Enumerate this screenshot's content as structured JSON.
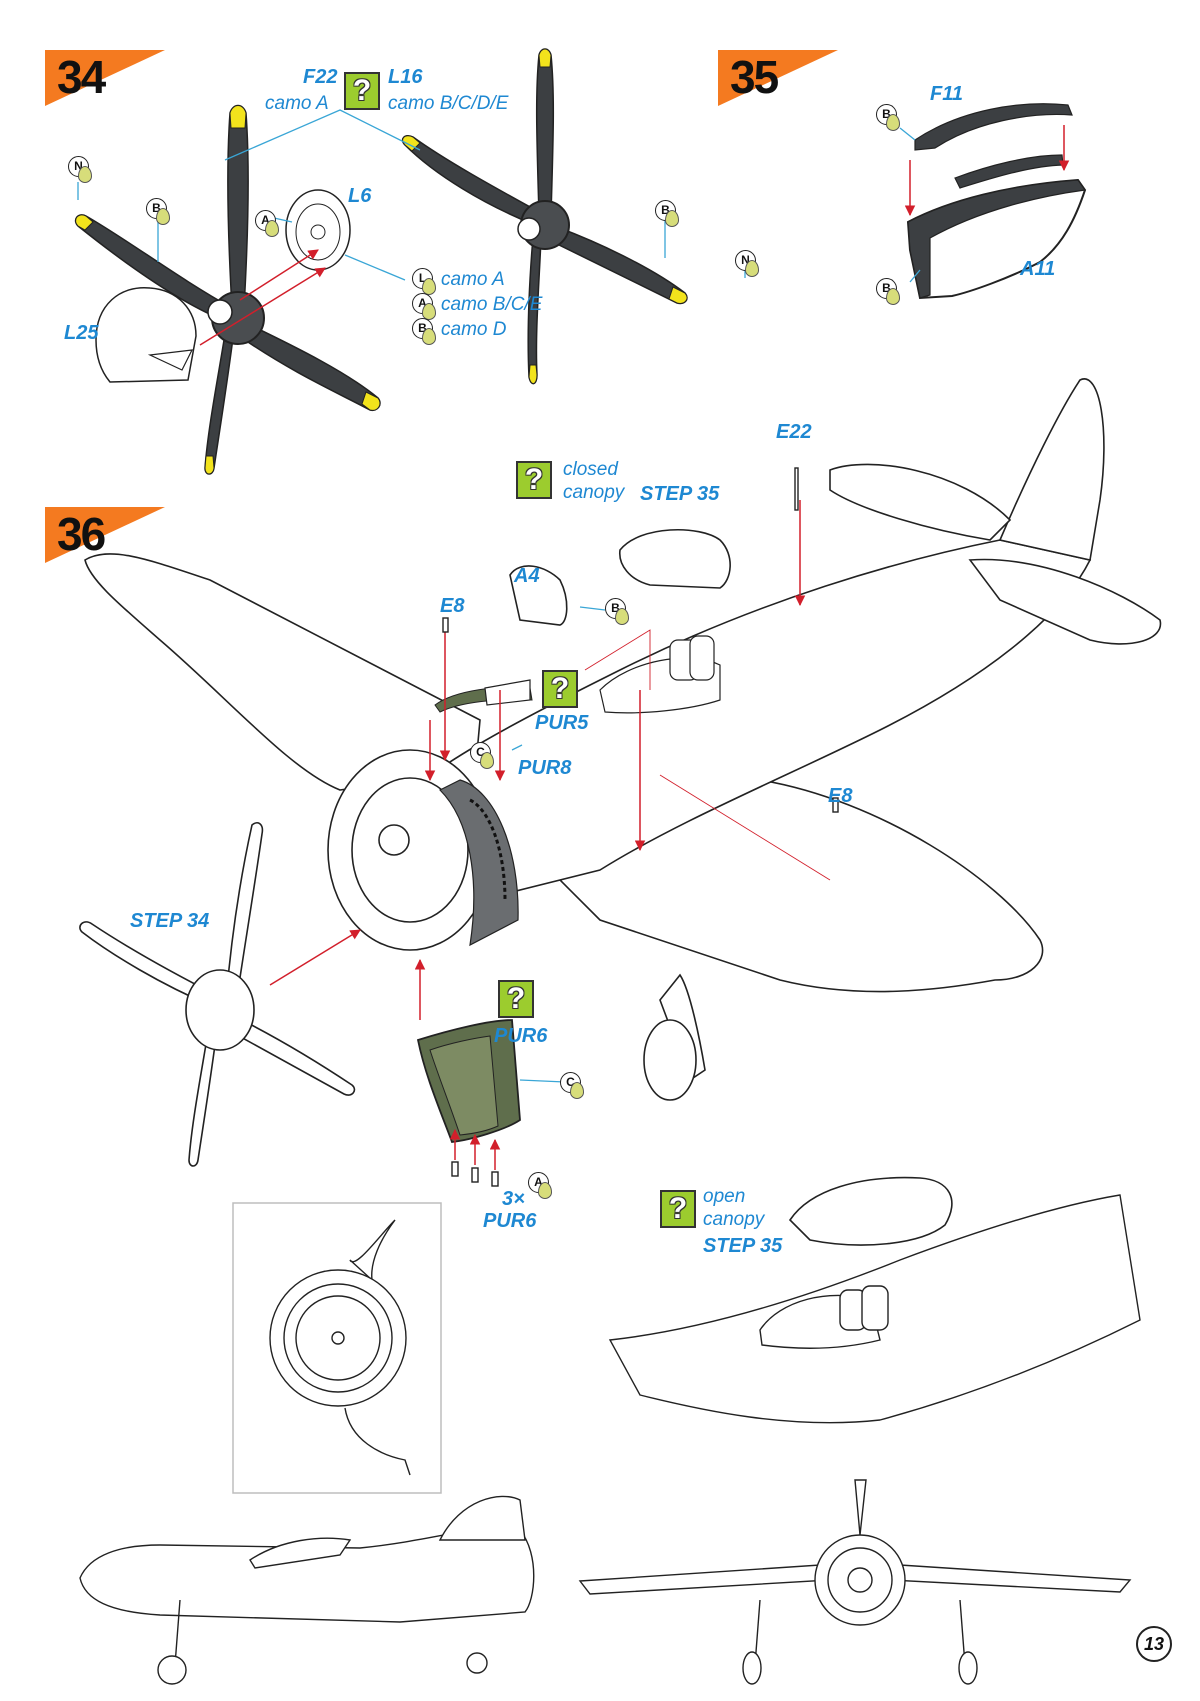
{
  "steps": {
    "s34": "34",
    "s35": "35",
    "s36": "36"
  },
  "step34": {
    "f22": "F22",
    "f22_camo": "camo A",
    "l16": "L16",
    "l16_camo": "camo B/C/D/E",
    "l6": "L6",
    "l25": "L25",
    "spinner_colors": [
      {
        "letter": "L",
        "text": "camo A"
      },
      {
        "letter": "A",
        "text": "camo B/C/E"
      },
      {
        "letter": "B",
        "text": "camo D"
      }
    ],
    "markers": {
      "n1": "N",
      "b1": "B",
      "a1": "A",
      "b2": "B",
      "n2": "N"
    }
  },
  "step35": {
    "f11": "F11",
    "a11": "A11",
    "markers": {
      "b1": "B",
      "b2": "B"
    }
  },
  "step36": {
    "e22": "E22",
    "closed_canopy": "closed\ncanopy",
    "closed_step": "STEP 35",
    "a4": "A4",
    "e8_left": "E8",
    "pur5": "PUR5",
    "pur8": "PUR8",
    "e8_right": "E8",
    "step34_ref": "STEP 34",
    "pur6": "PUR6",
    "three_x": "3×",
    "pur6_small": "PUR6",
    "open_canopy": "open\ncanopy",
    "open_step": "STEP 35",
    "markers": {
      "b_a4": "B",
      "c1": "C",
      "c2": "C",
      "a_pur6": "A"
    }
  },
  "question_mark": "?",
  "page_number": "13",
  "colors": {
    "label_blue": "#1e88d2",
    "step_orange": "#f47a20",
    "question_green": "#9ccc2e",
    "prop_gray": "#3c3f42",
    "prop_tip_yellow": "#f2e31c",
    "photo_etch_green": "#5f6e4c",
    "arrow_red": "#d21f2b",
    "leader_cyan": "#3aa6d6"
  }
}
